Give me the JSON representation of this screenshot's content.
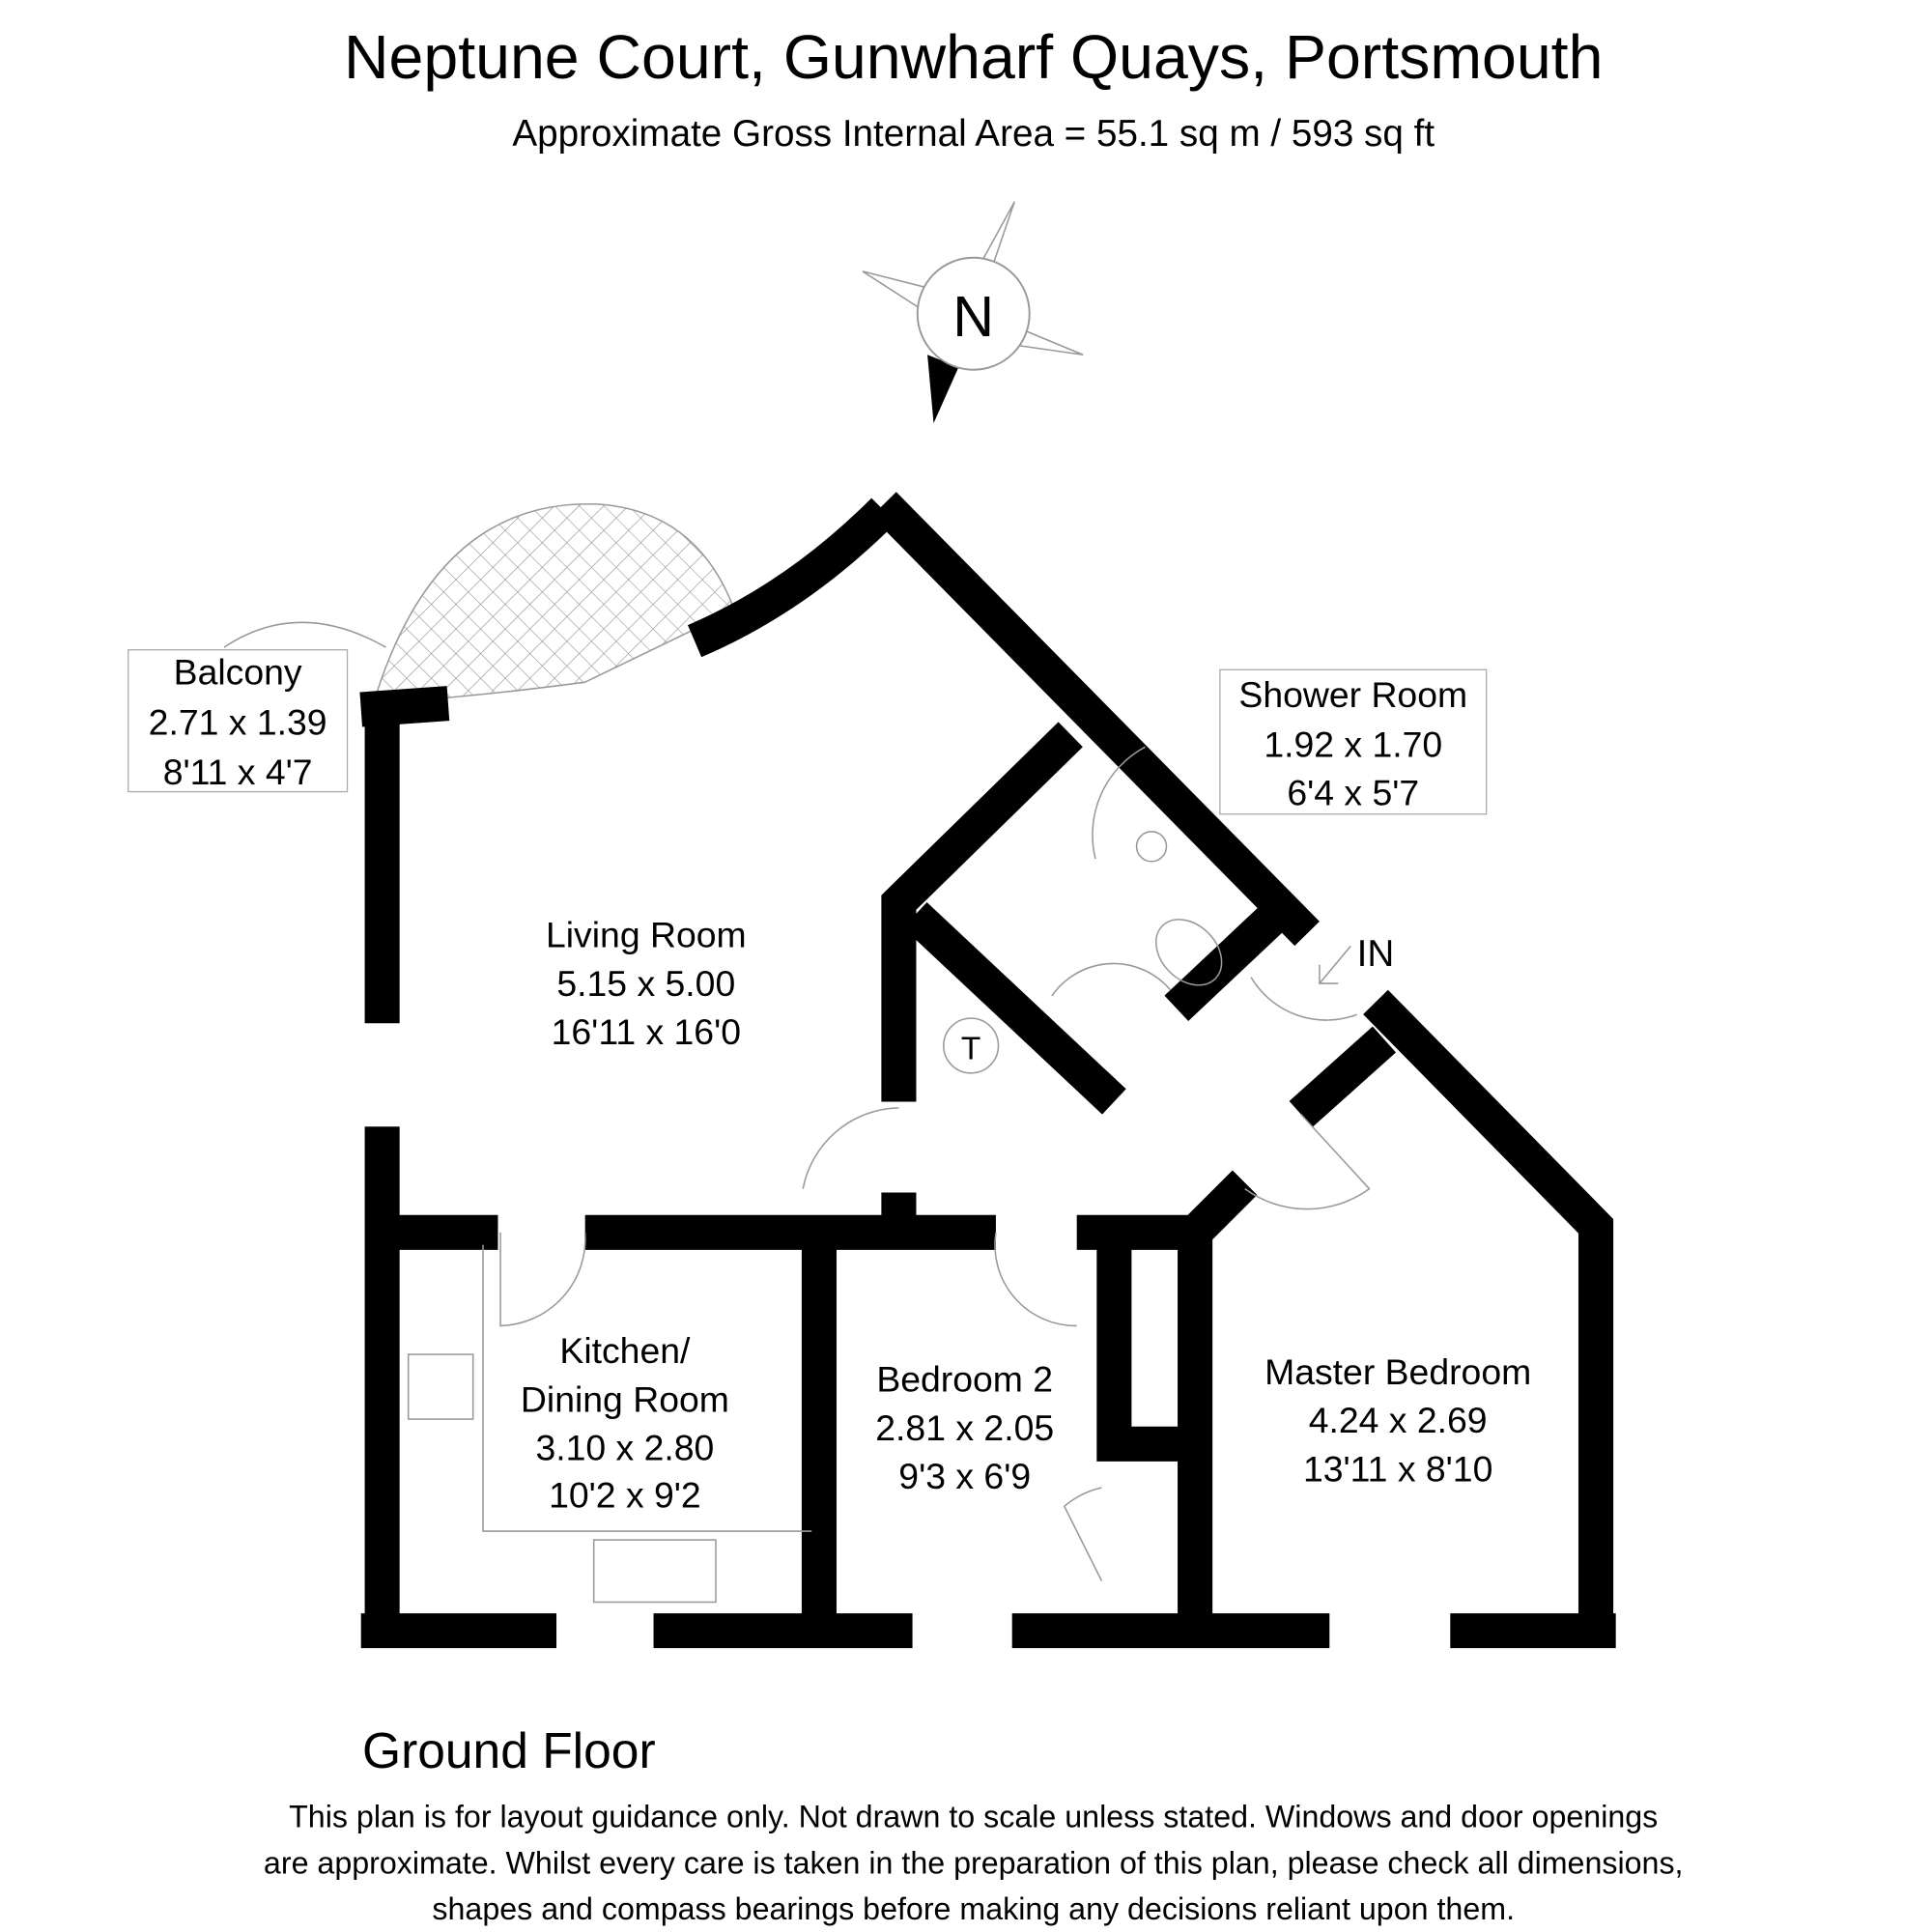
{
  "header": {
    "title": "Neptune Court, Gunwharf Quays, Portsmouth",
    "subtitle": "Approximate Gross Internal Area = 55.1 sq m / 593 sq ft"
  },
  "compass": {
    "label": "N"
  },
  "rooms": [
    {
      "name": "Balcony",
      "metric": "2.71 x 1.39",
      "imperial": "8'11 x 4'7"
    },
    {
      "name": "Shower Room",
      "metric": "1.92 x 1.70",
      "imperial": "6'4 x 5'7"
    },
    {
      "name": "Living Room",
      "metric": "5.15 x 5.00",
      "imperial": "16'11 x 16'0"
    },
    {
      "name": "Kitchen/",
      "name2": "Dining Room",
      "metric": "3.10 x 2.80",
      "imperial": "10'2  x 9'2"
    },
    {
      "name": "Bedroom 2",
      "metric": "2.81 x 2.05",
      "imperial": "9'3 x 6'9"
    },
    {
      "name": "Master Bedroom",
      "metric": "4.24 x 2.69",
      "imperial": "13'11 x 8'10"
    }
  ],
  "markers": {
    "entrance": "IN",
    "tank": "T"
  },
  "floor_label": "Ground Floor",
  "disclaimer": [
    "This plan is for layout guidance only. Not drawn to scale unless stated. Windows and door openings",
    "are approximate. Whilst every care is taken in the preparation of this plan, please check all dimensions,",
    "shapes and compass bearings before making any decisions reliant upon them."
  ]
}
